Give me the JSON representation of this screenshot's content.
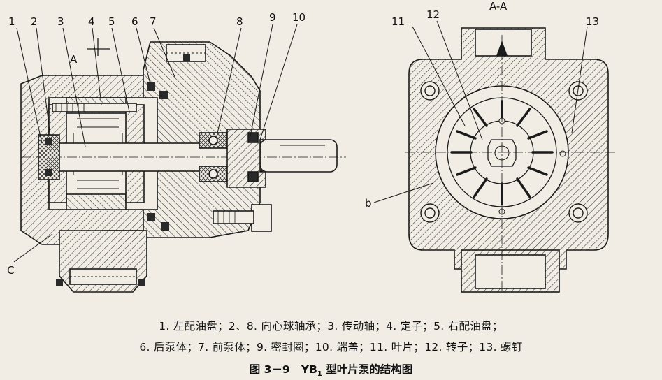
{
  "figure": {
    "caption_number": "图 3－9",
    "caption_model": "YB",
    "caption_model_sub": "1",
    "caption_text": "型叶片泵的结构图"
  },
  "legend": {
    "line1": "1. 左配油盘；2、8. 向心球轴承；3. 传动轴；4. 定子；5. 右配油盘；",
    "line2": "6. 后泵体；7. 前泵体；9. 密封圈；10. 端盖；11. 叶片；12. 转子；13. 螺钉"
  },
  "callouts": {
    "c1": "1",
    "c2": "2",
    "c3": "3",
    "c4": "4",
    "c5": "5",
    "c6": "6",
    "c7": "7",
    "c8": "8",
    "c9": "9",
    "c10": "10",
    "c11": "11",
    "c12": "12",
    "c13": "13",
    "section_a": "A",
    "section_aa": "A-A",
    "label_b": "b",
    "label_c": "C"
  },
  "colors": {
    "paper": "#f1ede4",
    "ink": "#1a1a1a",
    "seal": "#2a2a2a"
  }
}
